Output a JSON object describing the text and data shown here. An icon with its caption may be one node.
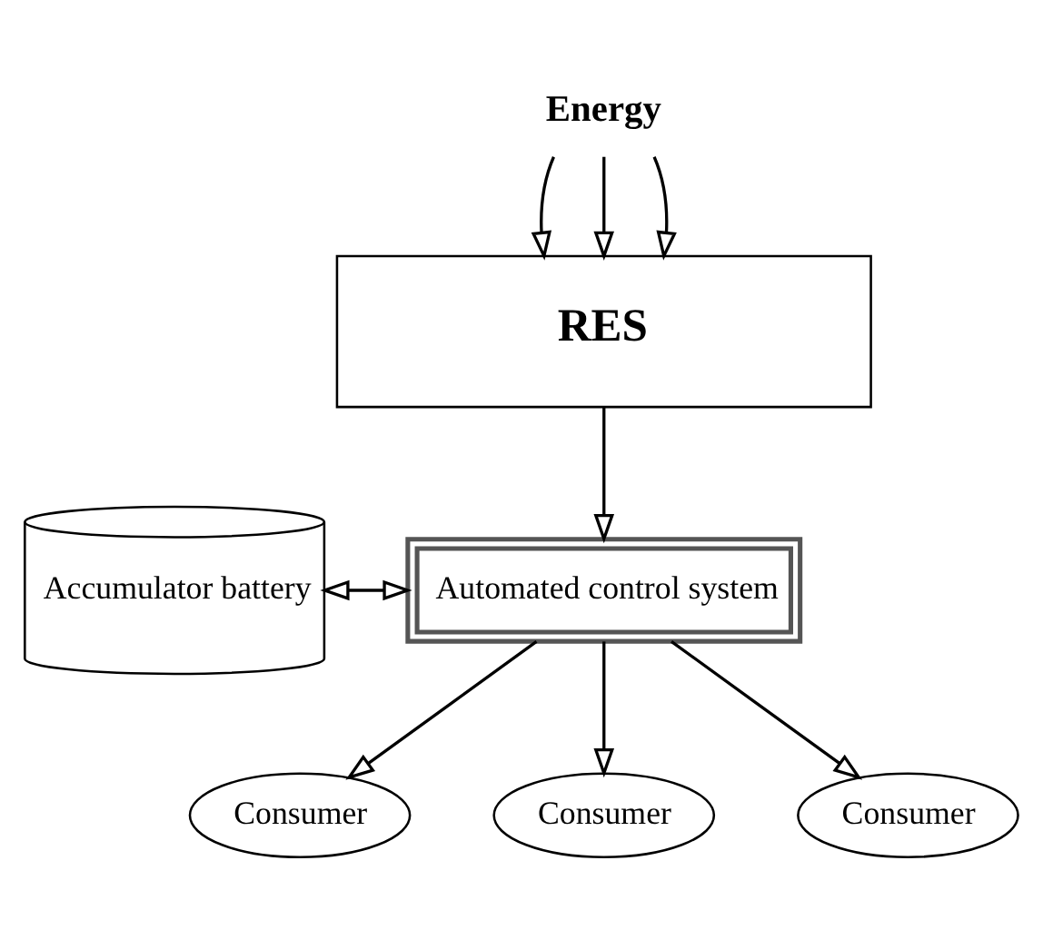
{
  "diagram": {
    "nodes": [
      {
        "text": [
          "Energy"
        ]
      },
      {
        "text": [
          "RES"
        ]
      },
      {
        "text": [
          "Automated control system"
        ]
      },
      {
        "text": [
          "Accumulator battery"
        ]
      },
      {
        "text": [
          "Consumer"
        ]
      },
      {
        "text": [
          "Consumer"
        ]
      },
      {
        "text": [
          "Consumer"
        ]
      }
    ],
    "edges": [
      {
        "from": 0,
        "to": 1,
        "arrow": "to"
      },
      {
        "from": 0,
        "to": 1,
        "arrow": "to"
      },
      {
        "from": 0,
        "to": 1,
        "arrow": "to"
      },
      {
        "from": 1,
        "to": 2,
        "arrow": "to"
      },
      {
        "from": 3,
        "to": 2,
        "arrow": "both"
      },
      {
        "from": 2,
        "to": 4,
        "arrow": "to"
      },
      {
        "from": 2,
        "to": 5,
        "arrow": "to"
      },
      {
        "from": 2,
        "to": 6,
        "arrow": "to"
      }
    ]
  }
}
